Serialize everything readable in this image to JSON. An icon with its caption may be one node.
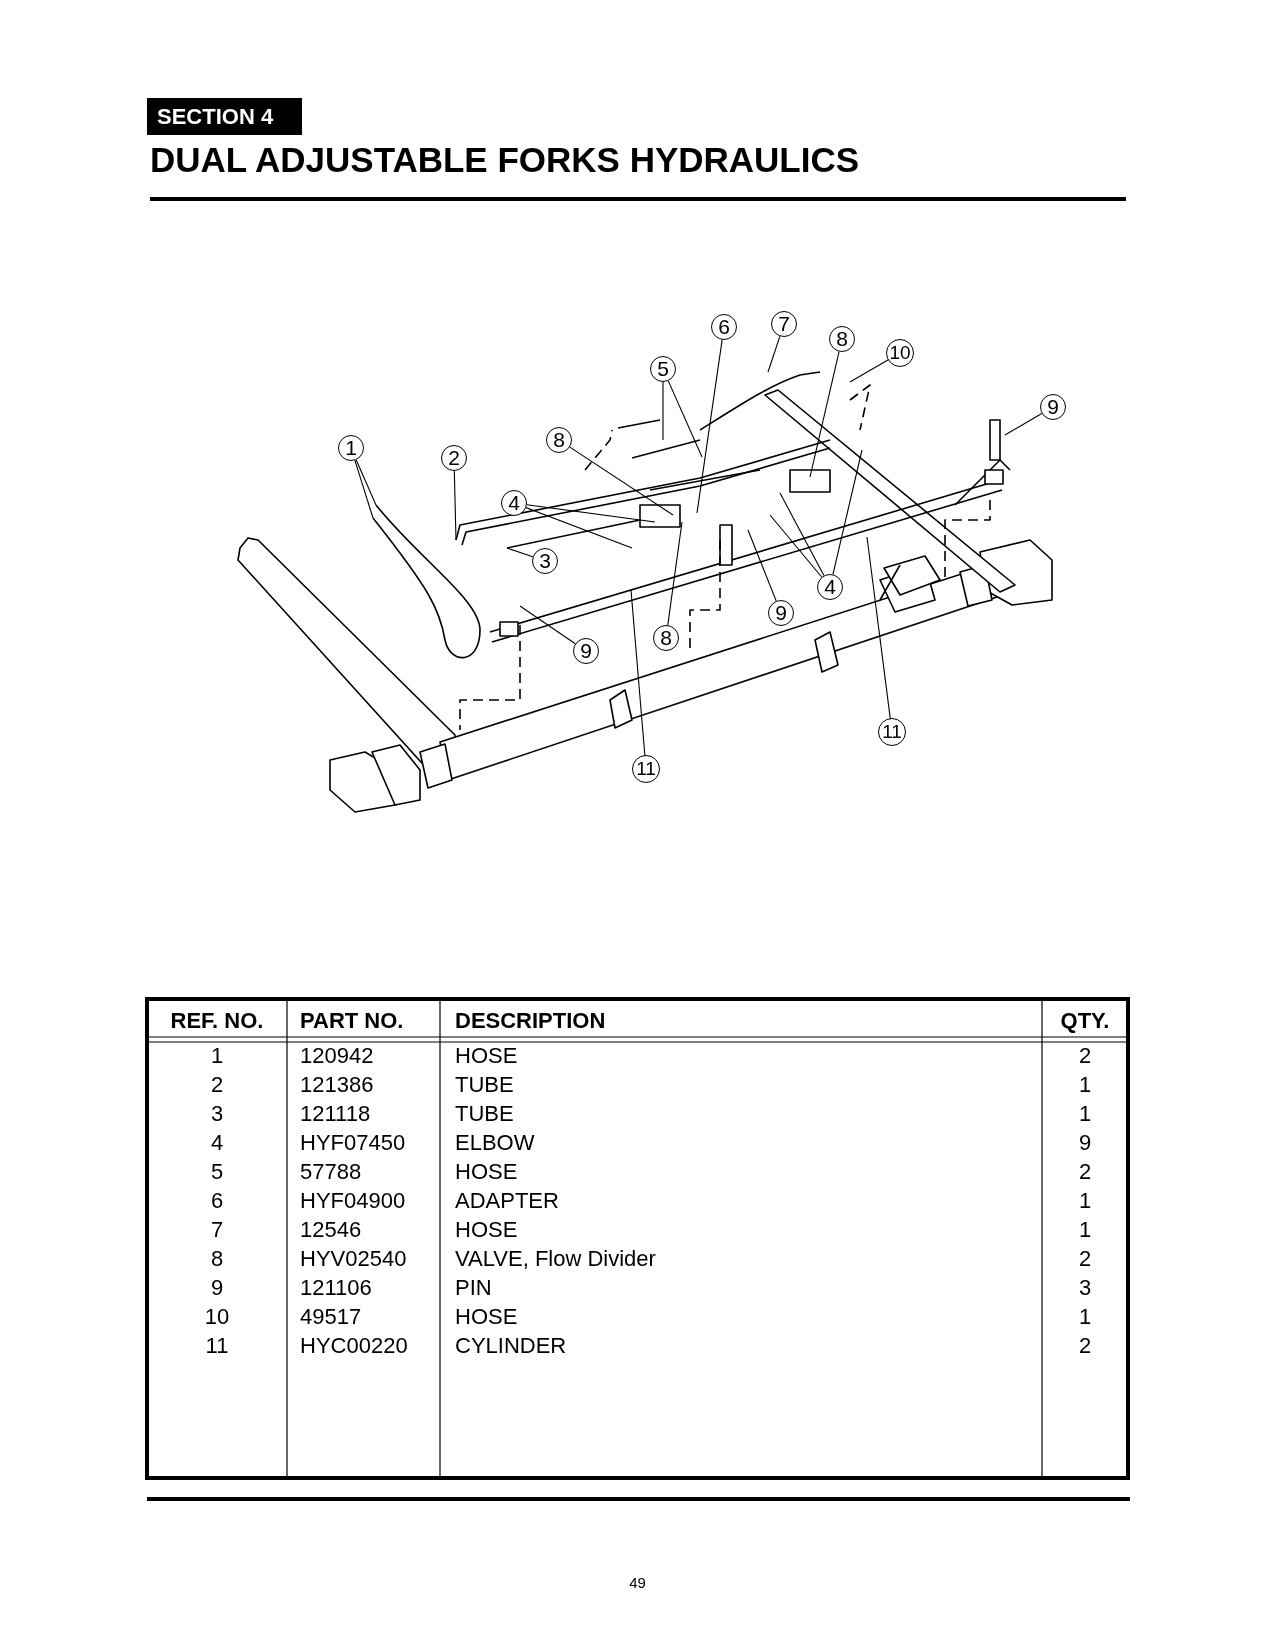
{
  "diagram": {
    "title": "DUAL ADJUSTABLE FORKS HYDRAULICS",
    "nodes": [
      {
        "text": [
          "6"
        ]
      },
      {
        "text": [
          "7"
        ]
      },
      {
        "text": [
          "8"
        ]
      },
      {
        "text": [
          "10"
        ]
      },
      {
        "text": [
          "5"
        ]
      },
      {
        "text": [
          "9"
        ]
      },
      {
        "text": [
          "1"
        ]
      },
      {
        "text": [
          "8"
        ]
      },
      {
        "text": [
          "2"
        ]
      },
      {
        "text": [
          "4"
        ]
      },
      {
        "text": [
          "3"
        ]
      },
      {
        "text": [
          "4"
        ]
      },
      {
        "text": [
          "9"
        ]
      },
      {
        "text": [
          "8"
        ]
      },
      {
        "text": [
          "9"
        ]
      },
      {
        "text": [
          "11"
        ]
      },
      {
        "text": [
          "11"
        ]
      }
    ],
    "edges": [
      {
        "from": 0,
        "to": null,
        "arrow": "none"
      },
      {
        "from": 1,
        "to": null,
        "arrow": "none"
      },
      {
        "from": 2,
        "to": null,
        "arrow": "none"
      },
      {
        "from": 3,
        "to": null,
        "arrow": "none"
      },
      {
        "from": 4,
        "to": null,
        "arrow": "none"
      },
      {
        "from": 4,
        "to": null,
        "arrow": "none"
      },
      {
        "from": 5,
        "to": null,
        "arrow": "none"
      },
      {
        "from": 6,
        "to": null,
        "arrow": "none"
      },
      {
        "from": 6,
        "to": null,
        "arrow": "none"
      },
      {
        "from": 7,
        "to": null,
        "arrow": "none"
      },
      {
        "from": 8,
        "to": null,
        "arrow": "none"
      },
      {
        "from": 9,
        "to": null,
        "arrow": "none"
      },
      {
        "from": 9,
        "to": null,
        "arrow": "none"
      },
      {
        "from": 10,
        "to": null,
        "arrow": "none"
      },
      {
        "from": 11,
        "to": null,
        "arrow": "none"
      },
      {
        "from": 11,
        "to": null,
        "arrow": "none"
      },
      {
        "from": 11,
        "to": null,
        "arrow": "none"
      },
      {
        "from": 12,
        "to": null,
        "arrow": "none"
      },
      {
        "from": 13,
        "to": null,
        "arrow": "none"
      },
      {
        "from": 14,
        "to": null,
        "arrow": "none"
      },
      {
        "from": 15,
        "to": null,
        "arrow": "none"
      },
      {
        "from": 16,
        "to": null,
        "arrow": "none"
      }
    ],
    "labels": [
      "SECTION 4",
      "REF. NO.",
      "PART NO.",
      "DESCRIPTION",
      "QTY.",
      "1",
      "120942",
      "HOSE",
      "2",
      "2",
      "121386",
      "TUBE",
      "1",
      "3",
      "121118",
      "TUBE",
      "1",
      "4",
      "HYF07450",
      "ELBOW",
      "9",
      "5",
      "57788",
      "HOSE",
      "2",
      "6",
      "HYF04900",
      "ADAPTER",
      "1",
      "7",
      "12546",
      "HOSE",
      "1",
      "8",
      "HYV02540",
      "VALVE, Flow Divider",
      "2",
      "9",
      "121106",
      "PIN",
      "3",
      "10",
      "49517",
      "HOSE",
      "1",
      "11",
      "HYC00220",
      "CYLINDER",
      "2",
      "49"
    ]
  }
}
